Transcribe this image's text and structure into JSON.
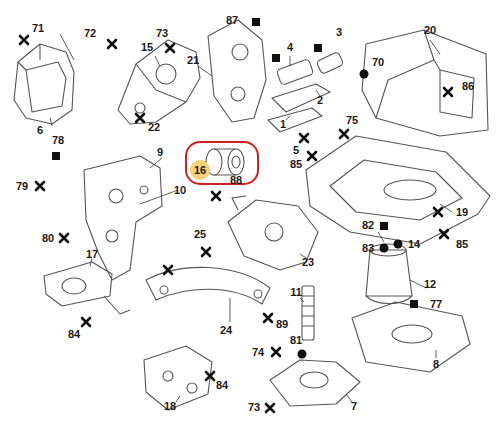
{
  "diagram": {
    "labels": [
      "71",
      "72",
      "73",
      "87",
      "21",
      "4",
      "3",
      "20",
      "15",
      "70",
      "86",
      "6",
      "22",
      "2",
      "1",
      "5",
      "78",
      "9",
      "16",
      "88",
      "75",
      "85",
      "79",
      "10",
      "19",
      "80",
      "25",
      "82",
      "17",
      "83",
      "14",
      "85",
      "23",
      "12",
      "84",
      "11",
      "77",
      "24",
      "89",
      "81",
      "8",
      "74",
      "18",
      "84",
      "73",
      "7"
    ]
  }
}
